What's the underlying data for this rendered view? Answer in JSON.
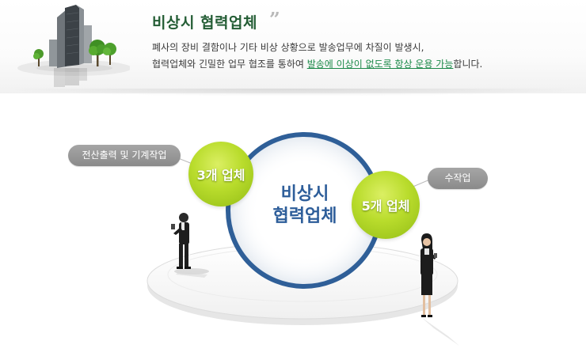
{
  "header": {
    "title": "비상시 협력업체",
    "quote_mark": "”",
    "desc_line1": "폐사의 장비 결함이나 기타 비상 상황으로 발송업무에 차질이 발생시,",
    "desc_line2_before": "협력업체와 긴밀한 업무 협조를 통하여 ",
    "desc_line2_highlight": "발송에 이상이 없도록 항상 운용 가능",
    "desc_line2_after": "합니다."
  },
  "diagram": {
    "center_line1": "비상시",
    "center_line2": "협력업체",
    "left_pill": "전산출력 및 기계작업",
    "left_bubble": "3개 업체",
    "right_pill": "수작업",
    "right_bubble": "5개 업체"
  },
  "colors": {
    "title": "#245d35",
    "highlight": "#1d8a4a",
    "ring": "#2f5f98",
    "bubble": "#b9dc2c",
    "pill": "#999999"
  },
  "icons": {
    "illustration": "building-trees-icon",
    "left_person": "businessman-phone-icon",
    "right_person": "businesswoman-phone-icon"
  }
}
